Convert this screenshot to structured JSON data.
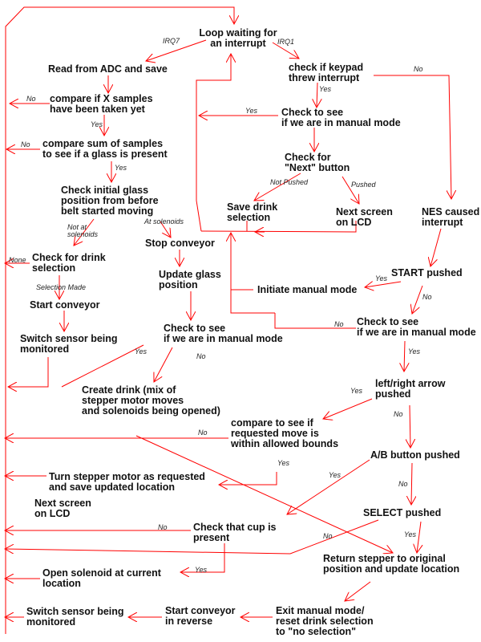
{
  "colors": {
    "line": "#ff0000",
    "text": "#111111"
  },
  "nodes": {
    "loop": "Loop waiting for\nan interrupt",
    "read_adc": "Read from ADC and save",
    "x_samples": "compare if X samples\nhave been taken yet",
    "sum_samples": "compare sum of samples\nto see if a glass is present",
    "initial_pos": "Check initial glass\nposition from before\nbelt started moving",
    "check_drink": "Check for drink\nselection",
    "start_conveyor": "Start conveyor",
    "stop_conveyor": "Stop conveyor",
    "update_glass": "Update glass\nposition",
    "switch_sensor_1": "Switch sensor being\nmonitored",
    "check_manual_2": "Check to see\nif we are in manual mode",
    "create_drink": "Create drink (mix of\nstepper motor moves\nand solenoids being opened)",
    "keypad": "check if keypad\nthrew interrupt",
    "check_manual_1": "Check to see\nif we are in manual mode",
    "next_button": "Check for\n\"Next\" button",
    "save_drink": "Save drink\nselection",
    "next_screen_1": "Next screen\non LCD",
    "nes": "NES caused\ninterrupt",
    "start_pushed": "START pushed",
    "initiate_manual": "Initiate manual mode",
    "check_manual_3": "Check to see\nif we are in manual mode",
    "lr_arrow": "left/right arrow\npushed",
    "compare_move": "compare to see if\nrequested move is\nwithin allowed bounds",
    "ab_button": "A/B button pushed",
    "turn_stepper": "Turn stepper motor as requested\nand save updated location",
    "next_screen_2": "Next screen\non LCD",
    "select_pushed": "SELECT pushed",
    "check_cup": "Check that cup is\npresent",
    "return_stepper": "Return stepper to original\nposition and update location",
    "open_solenoid": "Open solenoid at current\nlocation",
    "exit_manual": "Exit manual mode/\nreset drink selection\nto \"no selection\"",
    "start_reverse": "Start conveyor\nin reverse",
    "switch_sensor_2": "Switch sensor being\nmonitored"
  },
  "labels": {
    "irq7": "IRQ7",
    "irq1": "IRQ1",
    "x_no": "No",
    "x_yes": "Yes",
    "sum_no": "No",
    "sum_yes": "Yes",
    "not_at_sol": "Not at\nsolenoids",
    "at_sol": "At solenoids",
    "none": "None",
    "selection_made": "Selection Made",
    "m2_yes": "Yes",
    "m2_no": "No",
    "keypad_no": "No",
    "keypad_yes": "Yes",
    "m1_yes": "Yes",
    "not_pushed": "Not Pushed",
    "pushed": "Pushed",
    "start_yes": "Yes",
    "start_no": "No",
    "m3_no": "No",
    "m3_yes": "Yes",
    "lr_yes": "Yes",
    "lr_no": "No",
    "move_no": "No",
    "move_yes": "Yes",
    "ab_yes": "Yes",
    "ab_no": "No",
    "cup_no": "No",
    "select_no": "No",
    "select_yes": "Yes",
    "cup_yes": "Yes"
  }
}
